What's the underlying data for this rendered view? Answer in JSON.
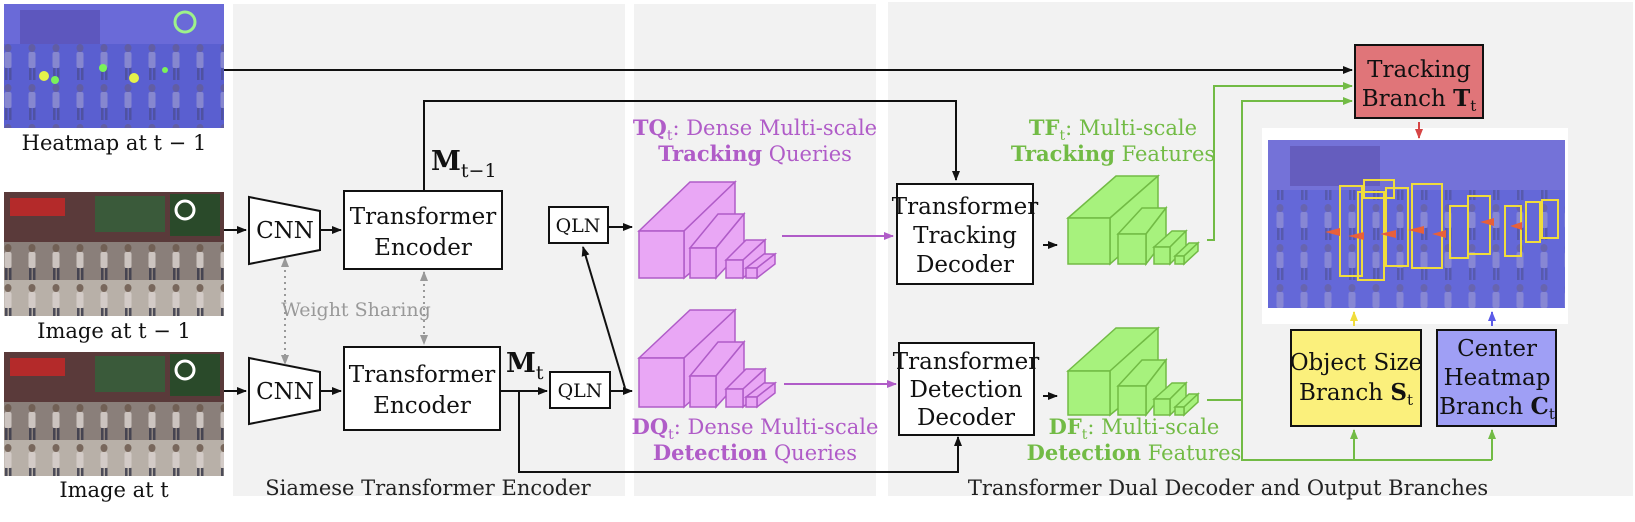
{
  "inputs": {
    "heatmap_caption": "Heatmap at t − 1",
    "image_prev_caption": "Image at t − 1",
    "image_curr_caption": "Image at t"
  },
  "encoder": {
    "cnn_label": "CNN",
    "transformer_encoder_line1": "Transformer",
    "transformer_encoder_line2": "Encoder",
    "weight_sharing": "Weight Sharing",
    "m_prev_base": "M",
    "m_prev_sub": "t−1",
    "m_curr_base": "M",
    "m_curr_sub": "t",
    "panel_caption": "Siamese Transformer Encoder"
  },
  "queries": {
    "qln_label": "QLN",
    "tracking_symbol": "TQ",
    "tracking_sub": "t",
    "tracking_rest_line1": ": Dense Multi-scale",
    "tracking_bold": "Tracking",
    "tracking_rest_line2": " Queries",
    "detection_symbol": "DQ",
    "detection_sub": "t",
    "detection_rest_line1": ": Dense Multi-scale",
    "detection_bold": "Detection",
    "detection_rest_line2": " Queries"
  },
  "decoder": {
    "tracking_decoder_lines": [
      "Transformer",
      "Tracking",
      "Decoder"
    ],
    "detection_decoder_lines": [
      "Transformer",
      "Detection",
      "Decoder"
    ],
    "tf_symbol": "TF",
    "tf_sub": "t",
    "tf_rest_line1": ": Multi-scale",
    "tf_bold": "Tracking",
    "tf_rest_line2": " Features",
    "df_symbol": "DF",
    "df_sub": "t",
    "df_rest_line1": ": Multi-scale",
    "df_bold": "Detection",
    "df_rest_line2": " Features",
    "panel_caption": "Transformer Dual Decoder and Output Branches"
  },
  "branches": {
    "tracking_line1": "Tracking",
    "tracking_line2": "Branch ",
    "tracking_symbol": "T",
    "tracking_sub": "t",
    "size_line1": "Object Size",
    "size_line2": "Branch ",
    "size_symbol": "S",
    "size_sub": "t",
    "center_line1": "Center",
    "center_line2": "Heatmap",
    "center_line3": "Branch ",
    "center_symbol": "C",
    "center_sub": "t"
  },
  "colors": {
    "purple": "#b05cc8",
    "purple_fill": "#e9a7f5",
    "green": "#72bb45",
    "green_fill": "#a7f27d",
    "tracking_branch": "#e07579",
    "size_branch": "#fbf07c",
    "center_branch": "#9f9ff5",
    "panel_bg": "#f2f2f2"
  }
}
